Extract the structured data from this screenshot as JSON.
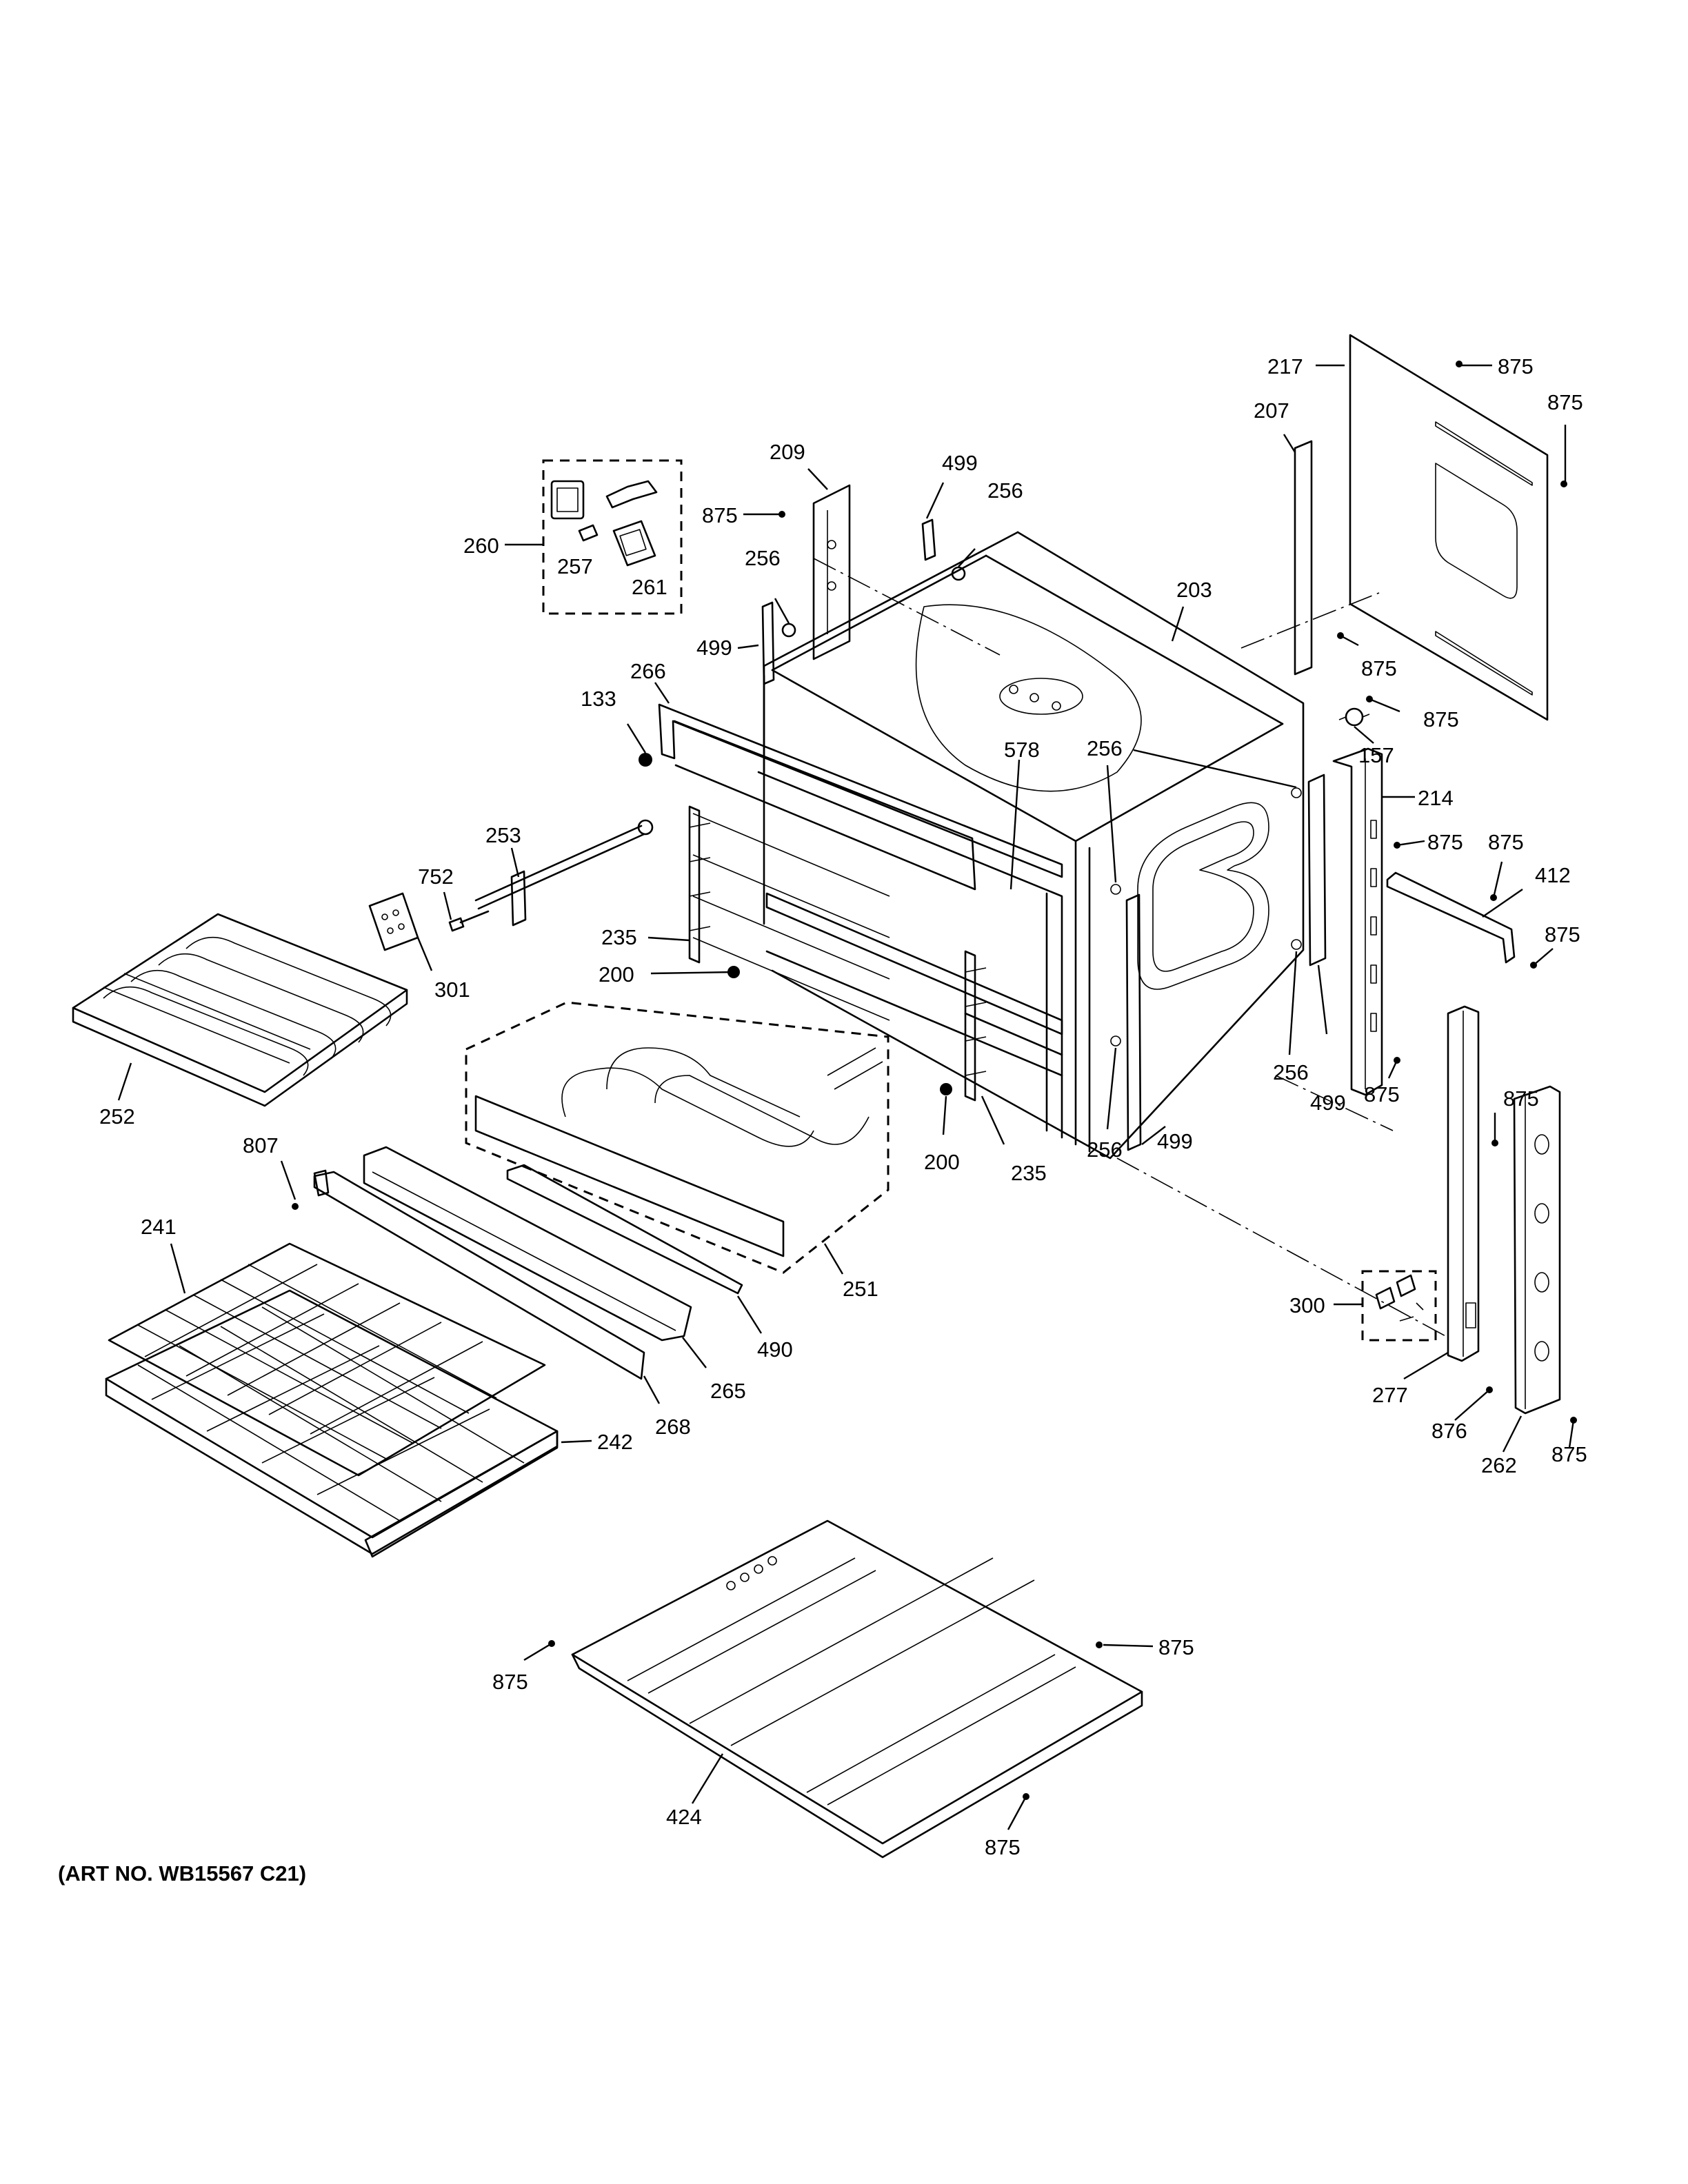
{
  "diagram": {
    "art_number": "(ART NO. WB15567 C21)",
    "labels": {
      "p217": "217",
      "p875_a": "875",
      "p875_b": "875",
      "p207": "207",
      "p209": "209",
      "p499_a": "499",
      "p256_a": "256",
      "p875_c": "875",
      "p260": "260",
      "p257": "257",
      "p261": "261",
      "p256_b": "256",
      "p499_b": "499",
      "p203": "203",
      "p875_d": "875",
      "p875_e": "875",
      "p157": "157",
      "p133": "133",
      "p266": "266",
      "p578": "578",
      "p256_c": "256",
      "p214": "214",
      "p875_f": "875",
      "p875_g": "875",
      "p412": "412",
      "p875_h": "875",
      "p253": "253",
      "p752": "752",
      "p301": "301",
      "p235_a": "235",
      "p200_a": "200",
      "p256_d": "256",
      "p499_c": "499",
      "p875_i": "875",
      "p875_j": "875",
      "p252": "252",
      "p200_b": "200",
      "p235_b": "235",
      "p256_e": "256",
      "p499_d": "499",
      "p807": "807",
      "p241": "241",
      "p251": "251",
      "p490": "490",
      "p265": "265",
      "p268": "268",
      "p242": "242",
      "p300": "300",
      "p277": "277",
      "p876": "876",
      "p262": "262",
      "p875_k": "875",
      "p875_l": "875",
      "p875_m": "875",
      "p424": "424",
      "p875_n": "875"
    }
  }
}
